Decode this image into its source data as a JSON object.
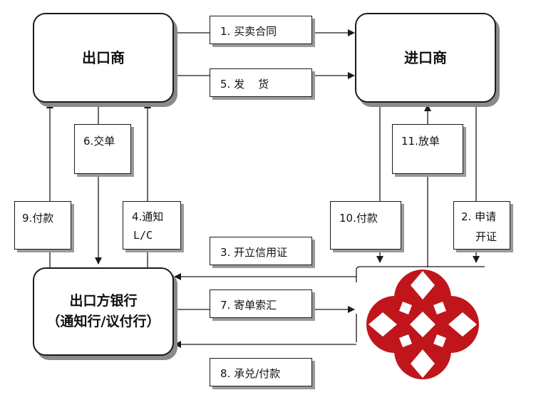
{
  "nodes": {
    "exporter": "出口商",
    "importer": "进口商",
    "exporter_bank_line1": "出口方银行",
    "exporter_bank_line2": "（通知行/议付行）"
  },
  "steps": {
    "s1": "1. 买卖合同",
    "s2_line1": "2. 申请",
    "s2_line2": "开证",
    "s3": "3. 开立信用证",
    "s4_line1": "4.通知",
    "s4_line2": "L/C",
    "s5": "5. 发    货",
    "s6": "6.交单",
    "s7": "7. 寄单索汇",
    "s8": "8. 承兑/付款",
    "s9": "9.付款",
    "s10": "10.付款",
    "s11": "11.放单"
  },
  "colors": {
    "logo": "#c0161b",
    "line": "#1a1a1a"
  },
  "icons": {
    "issuing_bank_logo": "bank-logo-icon"
  }
}
